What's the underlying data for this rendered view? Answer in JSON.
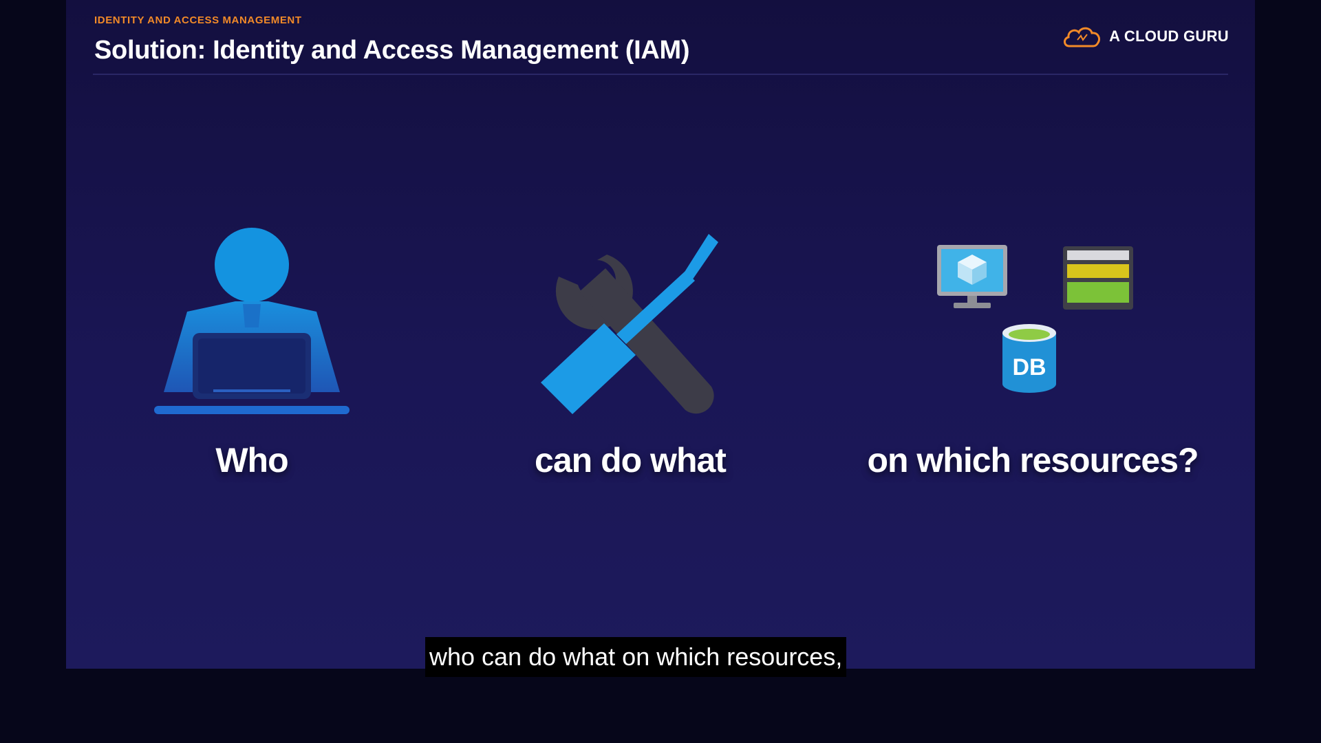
{
  "header": {
    "section_label": "IDENTITY AND ACCESS MANAGEMENT",
    "title": "Solution: Identity and Access Management (IAM)"
  },
  "brand": {
    "name": "A CLOUD GURU",
    "logo_icon": "cloud-logo-icon",
    "accent_color": "#f28a28"
  },
  "columns": [
    {
      "label": "Who",
      "icon": "user-at-laptop-icon"
    },
    {
      "label": "can do what",
      "icon": "wrench-screwdriver-icon"
    },
    {
      "label": "on which resources?",
      "icons": [
        "virtual-machine-icon",
        "storage-icon",
        "database-icon"
      ],
      "db_text": "DB"
    }
  ],
  "caption": {
    "text": "who can do what on which resources,"
  },
  "colors": {
    "background": "#1a1655",
    "icon_blue": "#1493e0",
    "icon_gray": "#3b3b46",
    "storage_yellow": "#d8c41c",
    "storage_green": "#7cc238"
  }
}
